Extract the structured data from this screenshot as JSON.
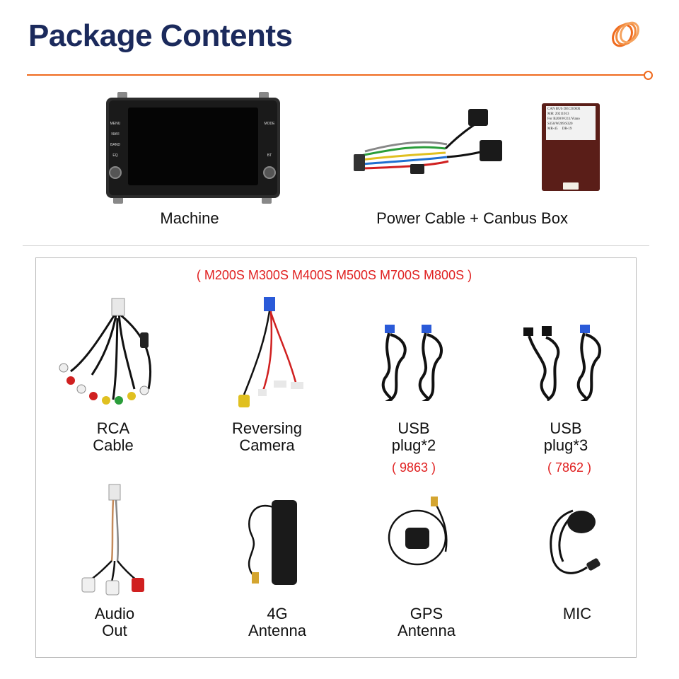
{
  "header": {
    "title": "Package Contents",
    "accent_color": "#ef6a1e",
    "title_color": "#1b2a5c",
    "logo_icon": "orange-coil-logo-icon"
  },
  "top_items": [
    {
      "label": "Machine"
    },
    {
      "label": "Power Cable + Canbus Box"
    }
  ],
  "canbus_box_text": {
    "line1": "CAN BUS DECODER",
    "line2": "MH: 20211013",
    "line3": "For B200/W211/Viano",
    "line4": "S350/W209/S320",
    "line5": "MR-45",
    "line6": "DR-19"
  },
  "radio_buttons": {
    "left": [
      "MENU",
      "NAVI",
      "BAND",
      "EQ"
    ],
    "right": [
      "MODE",
      "",
      "",
      "",
      "BT"
    ]
  },
  "models_note": "( M200S M300S M400S M500S M700S M800S )",
  "accessories": [
    {
      "line1": "RCA",
      "line2": "Cable",
      "note": ""
    },
    {
      "line1": "Reversing",
      "line2": "Camera",
      "note": ""
    },
    {
      "line1": "USB",
      "line2": "plug*2",
      "note": "( 9863 )"
    },
    {
      "line1": "USB",
      "line2": "plug*3",
      "note": "( 7862 )"
    },
    {
      "line1": "Audio",
      "line2": "Out",
      "note": ""
    },
    {
      "line1": "4G",
      "line2": "Antenna",
      "note": ""
    },
    {
      "line1": "GPS",
      "line2": "Antenna",
      "note": ""
    },
    {
      "line1": "MIC",
      "line2": "",
      "note": ""
    }
  ]
}
